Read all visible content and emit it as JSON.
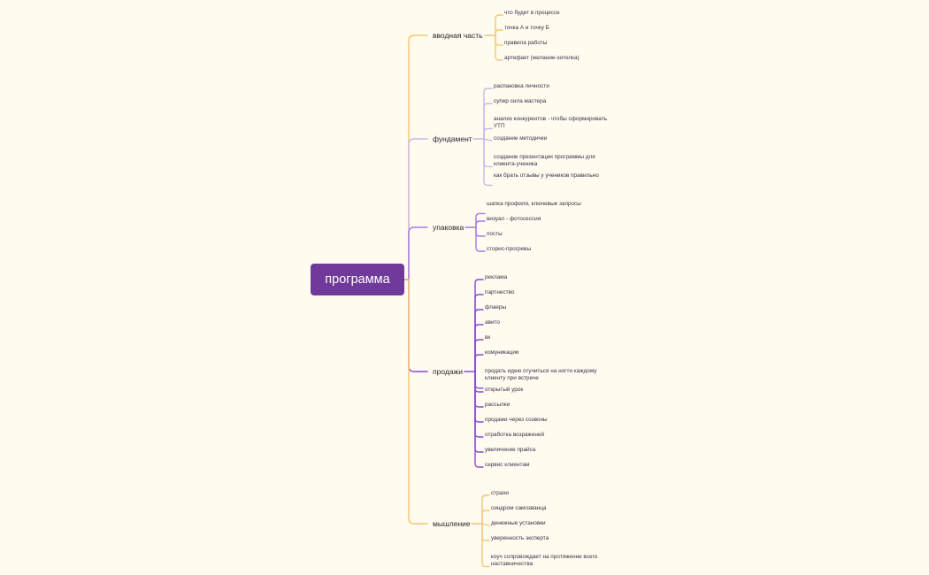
{
  "root": {
    "label": "программа"
  },
  "colors": {
    "background": "#fffbef",
    "root_fill": "#6f3a9a",
    "root_text": "#ffffff",
    "yellow": "#f3c770",
    "lavender": "#c9b8ec",
    "violet": "#a67ae3",
    "purple": "#8a4ad6"
  },
  "branches": [
    {
      "label": "вводная часть",
      "color": "yellow",
      "items": [
        "что будет в процессе",
        "точка А и точку Б",
        "правила работы",
        "артефакт (желание-хотелка)"
      ]
    },
    {
      "label": "фундамент",
      "color": "lavender",
      "items": [
        "распаковка личности",
        "супер сила мастера",
        "анализ конкурентов - чтобы сформировать УТП",
        "создание методички",
        "создание презентации программы для клиента-ученика",
        "как брать отзывы у учеников правильно"
      ]
    },
    {
      "label": "упаковка",
      "color": "violet",
      "items": [
        "шапка профиля, ключевые запросы",
        "визуал - фотосессия",
        "посты",
        "сторис-прогревы"
      ]
    },
    {
      "label": "продажи",
      "color": "purple",
      "items": [
        "реклама",
        "партнество",
        "флаеры",
        "авито",
        "вк",
        "комуникации",
        "продать идею отучиться на ногти каждому клиенту при встрече",
        "открытый урок",
        "рассылки",
        "продажи через созвоны",
        "отработка возражений",
        "увеличение прайса",
        "сервис клиентам"
      ]
    },
    {
      "label": "мышление",
      "color": "yellow",
      "items": [
        "страхи",
        "синдром самозванца",
        "денежные установки",
        "уверенность эксперта",
        "коуч сопровождает на протяжении всего наставничества"
      ]
    }
  ]
}
